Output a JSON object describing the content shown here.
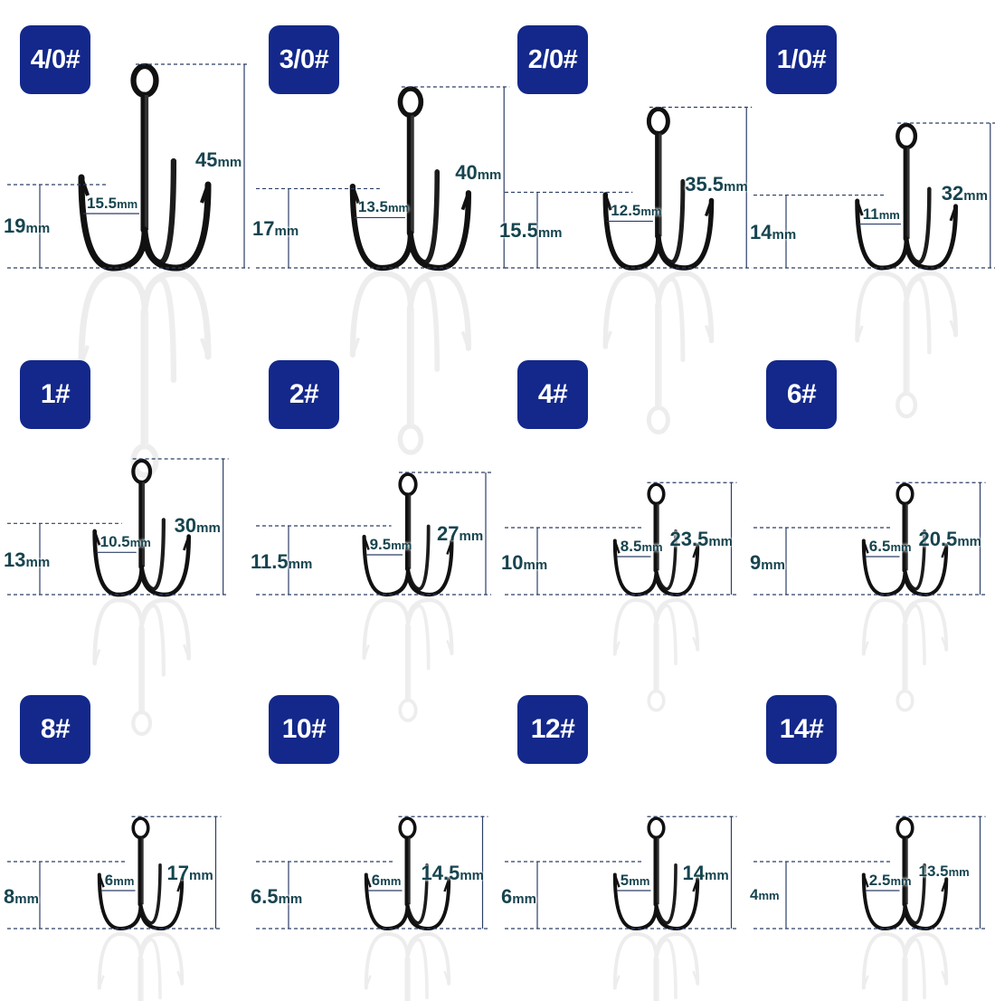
{
  "hooks": [
    {
      "size": "4/0#",
      "total": "45",
      "width": "15.5",
      "barb": "19",
      "unit": "mm"
    },
    {
      "size": "3/0#",
      "total": "40",
      "width": "13.5",
      "barb": "17",
      "unit": "mm"
    },
    {
      "size": "2/0#",
      "total": "35.5",
      "width": "12.5",
      "barb": "15.5",
      "unit": "mm"
    },
    {
      "size": "1/0#",
      "total": "32",
      "width": "11",
      "barb": "14",
      "unit": "mm"
    },
    {
      "size": "1#",
      "total": "30",
      "width": "10.5",
      "barb": "13",
      "unit": "mm"
    },
    {
      "size": "2#",
      "total": "27",
      "width": "9.5",
      "barb": "11.5",
      "unit": "mm"
    },
    {
      "size": "4#",
      "total": "23.5",
      "width": "8.5",
      "barb": "10",
      "unit": "mm"
    },
    {
      "size": "6#",
      "total": "20.5",
      "width": "6.5",
      "barb": "9",
      "unit": "mm"
    },
    {
      "size": "8#",
      "total": "17",
      "width": "6",
      "barb": "8",
      "unit": "mm"
    },
    {
      "size": "10#",
      "total": "14.5",
      "width": "6",
      "barb": "6.5",
      "unit": "mm"
    },
    {
      "size": "12#",
      "total": "14",
      "width": "5",
      "barb": "6",
      "unit": "mm"
    },
    {
      "size": "14#",
      "total": "13.5",
      "width": "2.5",
      "barb": "4",
      "unit": "mm"
    }
  ],
  "colors": {
    "badge": "#13288a",
    "label": "#16444f",
    "dimension_line": "#2c3e66",
    "hook": "#111111"
  }
}
